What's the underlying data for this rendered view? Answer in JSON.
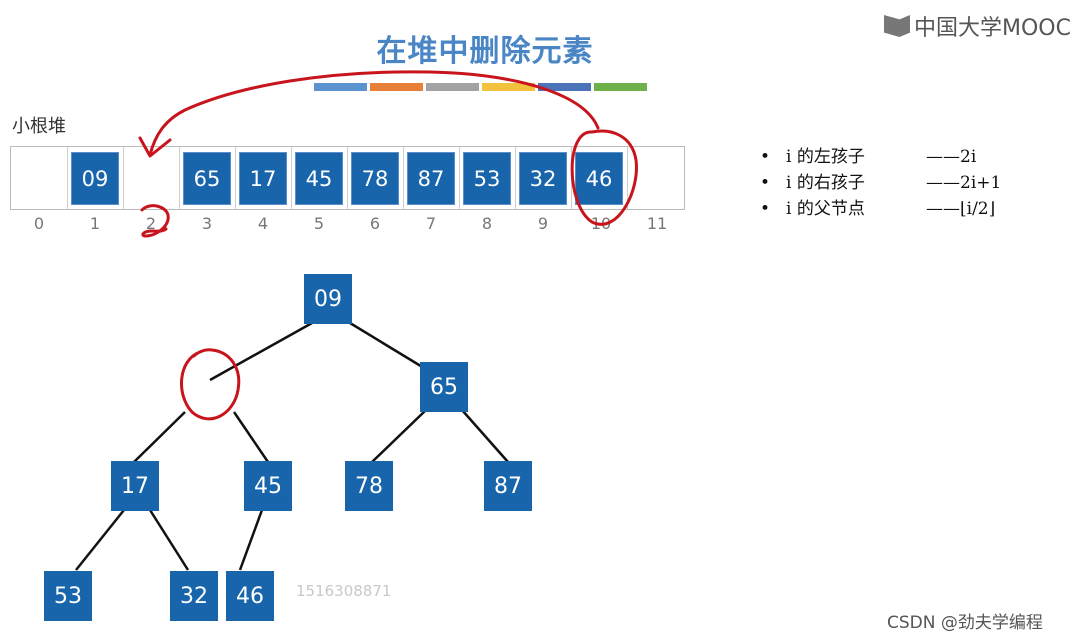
{
  "title": "在堆中删除元素",
  "brand": "中国大学MOOC",
  "heap_label": "小根堆",
  "color_bars": [
    "#5a93cd",
    "#e8803a",
    "#a3a3a3",
    "#f2c23d",
    "#4c72b8",
    "#6fb04a"
  ],
  "array": {
    "cells": [
      {
        "index": 1,
        "value": "09"
      },
      {
        "index": 3,
        "value": "65"
      },
      {
        "index": 4,
        "value": "17"
      },
      {
        "index": 5,
        "value": "45"
      },
      {
        "index": 6,
        "value": "78"
      },
      {
        "index": 7,
        "value": "87"
      },
      {
        "index": 8,
        "value": "53"
      },
      {
        "index": 9,
        "value": "32"
      },
      {
        "index": 10,
        "value": "46"
      }
    ],
    "indices": [
      "0",
      "1",
      "2",
      "3",
      "4",
      "5",
      "6",
      "7",
      "8",
      "9",
      "10",
      "11"
    ]
  },
  "tree": {
    "nodes": [
      "09",
      "65",
      "17",
      "45",
      "78",
      "87",
      "53",
      "32",
      "46"
    ]
  },
  "rules": [
    {
      "bullet": "•",
      "desc": "i 的左孩子",
      "formula": "——2i"
    },
    {
      "bullet": "•",
      "desc": "i 的右孩子",
      "formula": "——2i+1"
    },
    {
      "bullet": "•",
      "desc": "i 的父节点",
      "formula": "——⌊i/2⌋"
    }
  ],
  "watermark": "1516308871",
  "footer": "CSDN @劲夫学编程"
}
